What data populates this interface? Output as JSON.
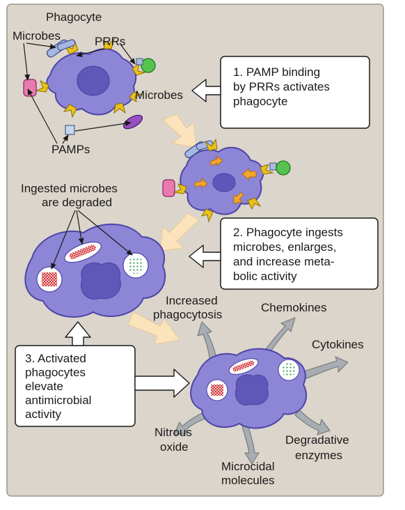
{
  "colors": {
    "background": "#dcd5cc",
    "cell_fill": "#8d86d6",
    "cell_stroke": "#4d44a6",
    "nucleus": "#6058b8",
    "receptor": "#e9c11b",
    "big_arrow": "#fbe4bc",
    "radiating_arrow": "#a7adb1",
    "callout_box": "#ffffff"
  },
  "labels": {
    "phagocyte": "Phagocyte",
    "microbes_top": "Microbes",
    "prrs": "PRRs",
    "microbes_right": "Microbes",
    "pamps": "PAMPs",
    "ingested": [
      "Ingested microbes",
      "are degraded"
    ],
    "increased_phagocytosis": [
      "Increased",
      "phagocytosis"
    ],
    "chemokines": "Chemokines",
    "cytokines": "Cytokines",
    "nitrous_oxide": [
      "Nitrous",
      "oxide"
    ],
    "degradative_enzymes": [
      "Degradative",
      "enzymes"
    ],
    "microcidal_molecules": [
      "Microcidal",
      "molecules"
    ]
  },
  "steps": [
    {
      "lines": [
        "1. PAMP binding",
        "by PRRs activates",
        "phagocyte"
      ]
    },
    {
      "lines": [
        "2. Phagocyte ingests",
        "microbes, enlarges,",
        "and increase meta-",
        "bolic activity"
      ]
    },
    {
      "lines": [
        "3. Activated",
        "phagocytes",
        "elevate",
        "antimicrobial",
        "activity"
      ]
    }
  ]
}
